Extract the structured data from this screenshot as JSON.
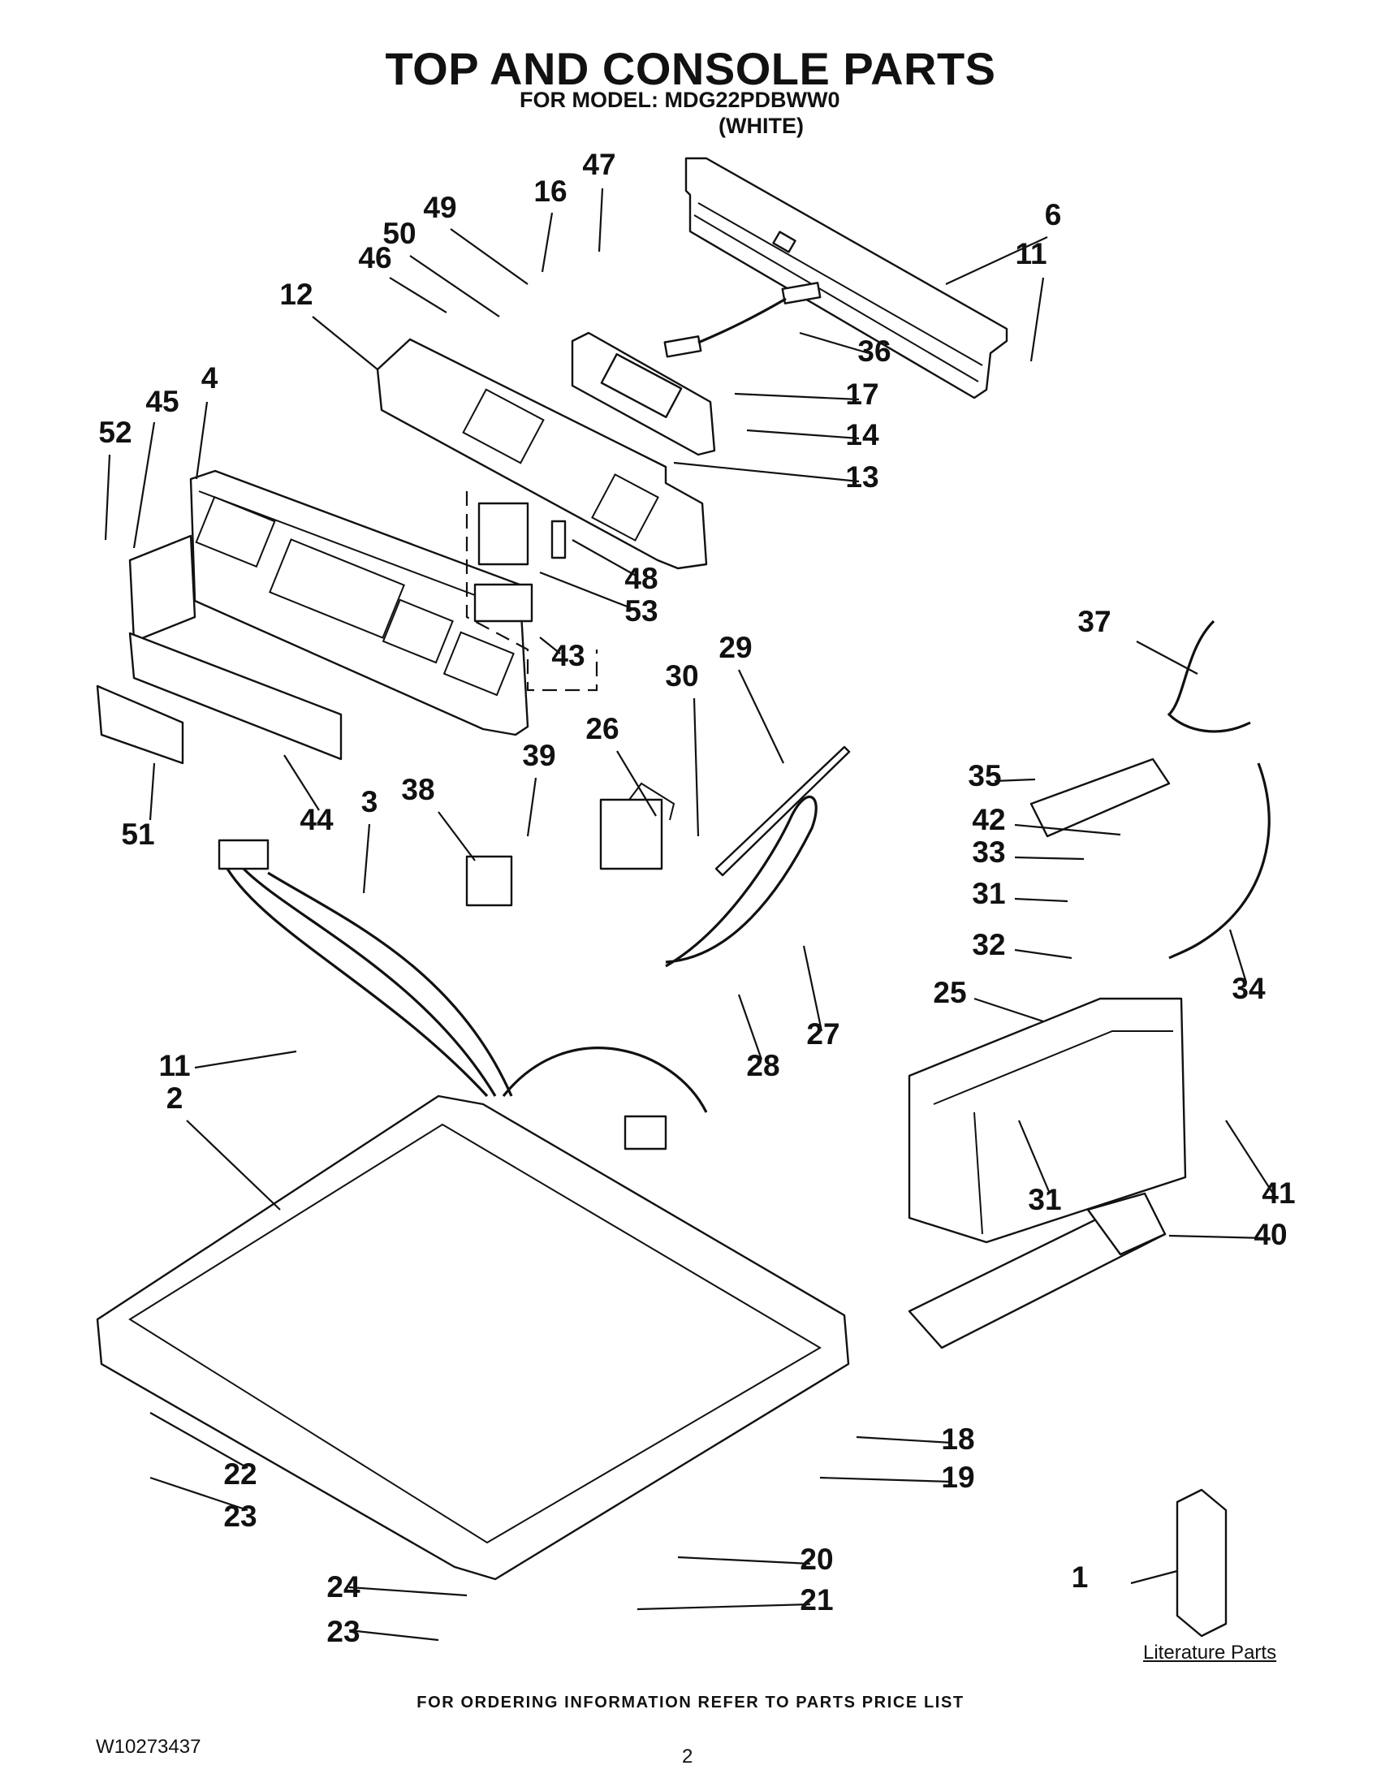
{
  "header": {
    "title": "TOP AND CONSOLE PARTS",
    "subtitle": "FOR MODEL: MDG22PDBWW0",
    "color": "(WHITE)"
  },
  "callouts": [
    "1",
    "2",
    "3",
    "4",
    "6",
    "11",
    "11",
    "12",
    "13",
    "14",
    "16",
    "17",
    "18",
    "19",
    "20",
    "21",
    "22",
    "23",
    "23",
    "24",
    "25",
    "26",
    "27",
    "28",
    "29",
    "30",
    "31",
    "31",
    "32",
    "33",
    "34",
    "35",
    "36",
    "37",
    "38",
    "39",
    "40",
    "41",
    "42",
    "43",
    "44",
    "45",
    "46",
    "47",
    "48",
    "49",
    "50",
    "51",
    "52",
    "53"
  ],
  "literature_label": "Literature Parts",
  "footer": {
    "ordering_note": "FOR ORDERING INFORMATION REFER TO PARTS PRICE LIST",
    "document_number": "W10273437",
    "page_number": "2"
  }
}
